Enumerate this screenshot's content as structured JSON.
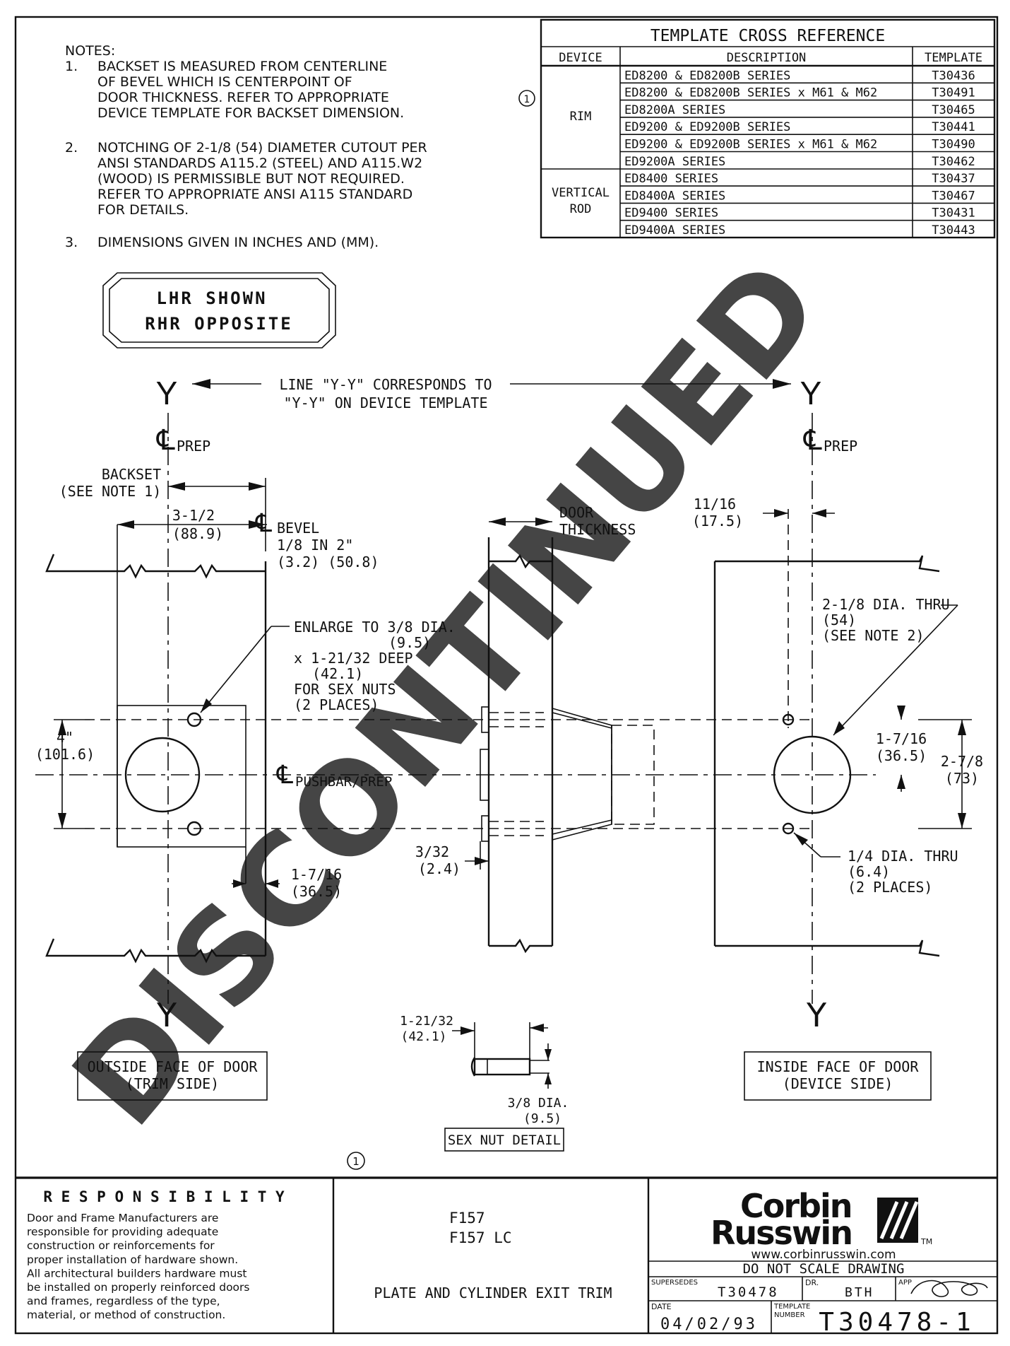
{
  "notes": {
    "heading": "NOTES:",
    "items": [
      {
        "num": "1.",
        "lines": [
          "BACKSET IS MEASURED FROM CENTERLINE",
          "OF BEVEL WHICH IS CENTERPOINT OF",
          "DOOR THICKNESS.  REFER TO APPROPRIATE",
          "DEVICE TEMPLATE FOR BACKSET DIMENSION."
        ]
      },
      {
        "num": "2.",
        "lines": [
          "NOTCHING OF 2-1/8 (54) DIAMETER CUTOUT PER",
          "ANSI STANDARDS A115.2 (STEEL) AND A115.W2",
          "(WOOD) IS PERMISSIBLE BUT NOT REQUIRED.",
          "REFER TO APPROPRIATE ANSI A115 STANDARD",
          "FOR DETAILS."
        ]
      },
      {
        "num": "3.",
        "lines": [
          "DIMENSIONS GIVEN IN INCHES AND (MM)."
        ]
      }
    ]
  },
  "cross_reference": {
    "title": "TEMPLATE CROSS REFERENCE",
    "headers": [
      "DEVICE",
      "DESCRIPTION",
      "TEMPLATE"
    ],
    "revision_marker": "1",
    "groups": [
      {
        "device": [
          "RIM"
        ],
        "rows": [
          {
            "description": "ED8200 & ED8200B SERIES",
            "template": "T30436"
          },
          {
            "description": "ED8200 & ED8200B SERIES x M61 & M62",
            "template": "T30491"
          },
          {
            "description": "ED8200A SERIES",
            "template": "T30465"
          },
          {
            "description": "ED9200 & ED9200B SERIES",
            "template": "T30441"
          },
          {
            "description": "ED9200 & ED9200B SERIES x M61 & M62",
            "template": "T30490"
          },
          {
            "description": "ED9200A SERIES",
            "template": "T30462"
          }
        ]
      },
      {
        "device": [
          "VERTICAL",
          "ROD"
        ],
        "rows": [
          {
            "description": "ED8400 SERIES",
            "template": "T30437"
          },
          {
            "description": "ED8400A SERIES",
            "template": "T30467"
          },
          {
            "description": "ED9400 SERIES",
            "template": "T30431"
          },
          {
            "description": "ED9400A SERIES",
            "template": "T30443"
          }
        ]
      }
    ]
  },
  "hand_box": [
    "LHR  SHOWN",
    "RHR  OPPOSITE"
  ],
  "yy_line": {
    "axis_label": "Y",
    "lines": [
      "LINE \"Y-Y\" CORRESPONDS TO",
      "\"Y-Y\" ON DEVICE TEMPLATE"
    ]
  },
  "labels": {
    "cl_symbol": "℄",
    "prep": "PREP",
    "backset": [
      "BACKSET",
      "(SEE NOTE 1)"
    ],
    "width_3_5": [
      "3-1/2",
      "(88.9)"
    ],
    "bevel": [
      "BEVEL",
      "1/8 IN 2\"",
      "(3.2) (50.8)"
    ],
    "door_thickness": [
      "DOOR",
      "THICKNESS"
    ],
    "enlarge": [
      "ENLARGE TO 3/8 DIA.",
      "(9.5)",
      "x 1-21/32 DEEP",
      "(42.1)",
      "FOR SEX NUTS",
      "(2 PLACES)"
    ],
    "dim_4": [
      "4\"",
      "(101.6)"
    ],
    "pushbar": "PUSHBAR/PREP",
    "dim_3_32": [
      "3/32",
      "(2.4)"
    ],
    "dim_1_7_16_left": [
      "1-7/16",
      "(36.5)"
    ],
    "dim_11_16": [
      "11/16",
      "(17.5)"
    ],
    "dia_2_1_8": [
      "2-1/8 DIA. THRU",
      "(54)",
      "(SEE NOTE 2)"
    ],
    "dim_1_7_16_right": [
      "1-7/16",
      "(36.5)"
    ],
    "dim_2_7_8": [
      "2-7/8",
      "(73)"
    ],
    "dia_1_4": [
      "1/4 DIA. THRU",
      "(6.4)",
      "(2 PLACES)"
    ],
    "outside_face": [
      "OUTSIDE FACE OF DOOR",
      "(TRIM SIDE)"
    ],
    "inside_face": [
      "INSIDE FACE OF DOOR",
      "(DEVICE SIDE)"
    ],
    "sexnut_len": [
      "1-21/32",
      "(42.1)"
    ],
    "sexnut_dia": [
      "3/8 DIA.",
      "(9.5)"
    ],
    "sexnut_detail": "SEX NUT DETAIL",
    "revision_marker": "1",
    "watermark": "DISCONTINUED"
  },
  "title_block": {
    "responsibility_heading": "R E S P O N S I B I L I T Y",
    "responsibility_lines": [
      "Door and Frame Manufacturers are",
      "responsible for providing adequate",
      "construction or reinforcements for",
      "proper installation of hardware shown.",
      "All architectural builders hardware must",
      "be installed on properly reinforced doors",
      "and frames, regardless of the type,",
      "material, or method of construction."
    ],
    "model_lines": [
      "F157",
      "F157  LC"
    ],
    "product_name": "PLATE AND CYLINDER EXIT TRIM",
    "brand_line1": "Corbin",
    "brand_line2": "Russwin",
    "trademark": "TM",
    "website": "www.corbinrusswin.com",
    "do_not_scale": "DO  NOT  SCALE  DRAWING",
    "supersedes_label": "SUPERSEDES",
    "supersedes_value": "T30478",
    "dr_label": "DR.",
    "dr_value": "BTH",
    "app_label": "APP",
    "date_label": "DATE",
    "date_value": "04/02/93",
    "template_number_label": [
      "TEMPLATE",
      "NUMBER"
    ],
    "template_number": "T30478-1"
  }
}
